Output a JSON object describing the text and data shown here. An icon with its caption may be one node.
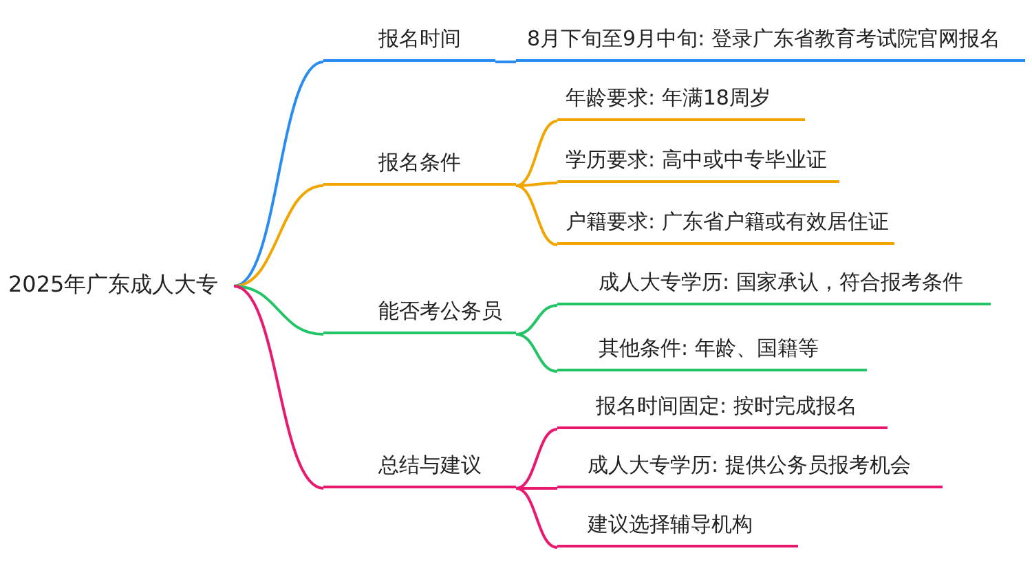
{
  "diagram": {
    "nodes": [
      {
        "text": [
          "2025年广东成人大专"
        ]
      },
      {
        "text": [
          "报名时间"
        ]
      },
      {
        "text": [
          "8月下旬至9月中旬: 登录广东省教育考试院官网报名"
        ]
      },
      {
        "text": [
          "报名条件"
        ]
      },
      {
        "text": [
          "年龄要求: 年满18周岁"
        ]
      },
      {
        "text": [
          "学历要求: 高中或中专毕业证"
        ]
      },
      {
        "text": [
          "户籍要求: 广东省户籍或有效居住证"
        ]
      },
      {
        "text": [
          "能否考公务员"
        ]
      },
      {
        "text": [
          "成人大专学历: 国家承认，符合报考条件"
        ]
      },
      {
        "text": [
          "其他条件: 年龄、国籍等"
        ]
      },
      {
        "text": [
          "总结与建议"
        ]
      },
      {
        "text": [
          "报名时间固定: 按时完成报名"
        ]
      },
      {
        "text": [
          "成人大专学历: 提供公务员报考机会"
        ]
      },
      {
        "text": [
          "建议选择辅导机构"
        ]
      }
    ],
    "edges": [
      {
        "from": 0,
        "to": 1,
        "arrow": "none",
        "color": "#2a8cf0"
      },
      {
        "from": 1,
        "to": 2,
        "arrow": "none",
        "color": "#2a8cf0"
      },
      {
        "from": 0,
        "to": 3,
        "arrow": "none",
        "color": "#f0a500"
      },
      {
        "from": 3,
        "to": 4,
        "arrow": "none",
        "color": "#f0a500"
      },
      {
        "from": 3,
        "to": 5,
        "arrow": "none",
        "color": "#f0a500"
      },
      {
        "from": 3,
        "to": 6,
        "arrow": "none",
        "color": "#f0a500"
      },
      {
        "from": 0,
        "to": 7,
        "arrow": "none",
        "color": "#22c466"
      },
      {
        "from": 7,
        "to": 8,
        "arrow": "none",
        "color": "#22c466"
      },
      {
        "from": 7,
        "to": 9,
        "arrow": "none",
        "color": "#22c466"
      },
      {
        "from": 0,
        "to": 10,
        "arrow": "none",
        "color": "#e8196e"
      },
      {
        "from": 10,
        "to": 11,
        "arrow": "none",
        "color": "#e8196e"
      },
      {
        "from": 10,
        "to": 12,
        "arrow": "none",
        "color": "#e8196e"
      },
      {
        "from": 10,
        "to": 13,
        "arrow": "none",
        "color": "#e8196e"
      }
    ]
  }
}
